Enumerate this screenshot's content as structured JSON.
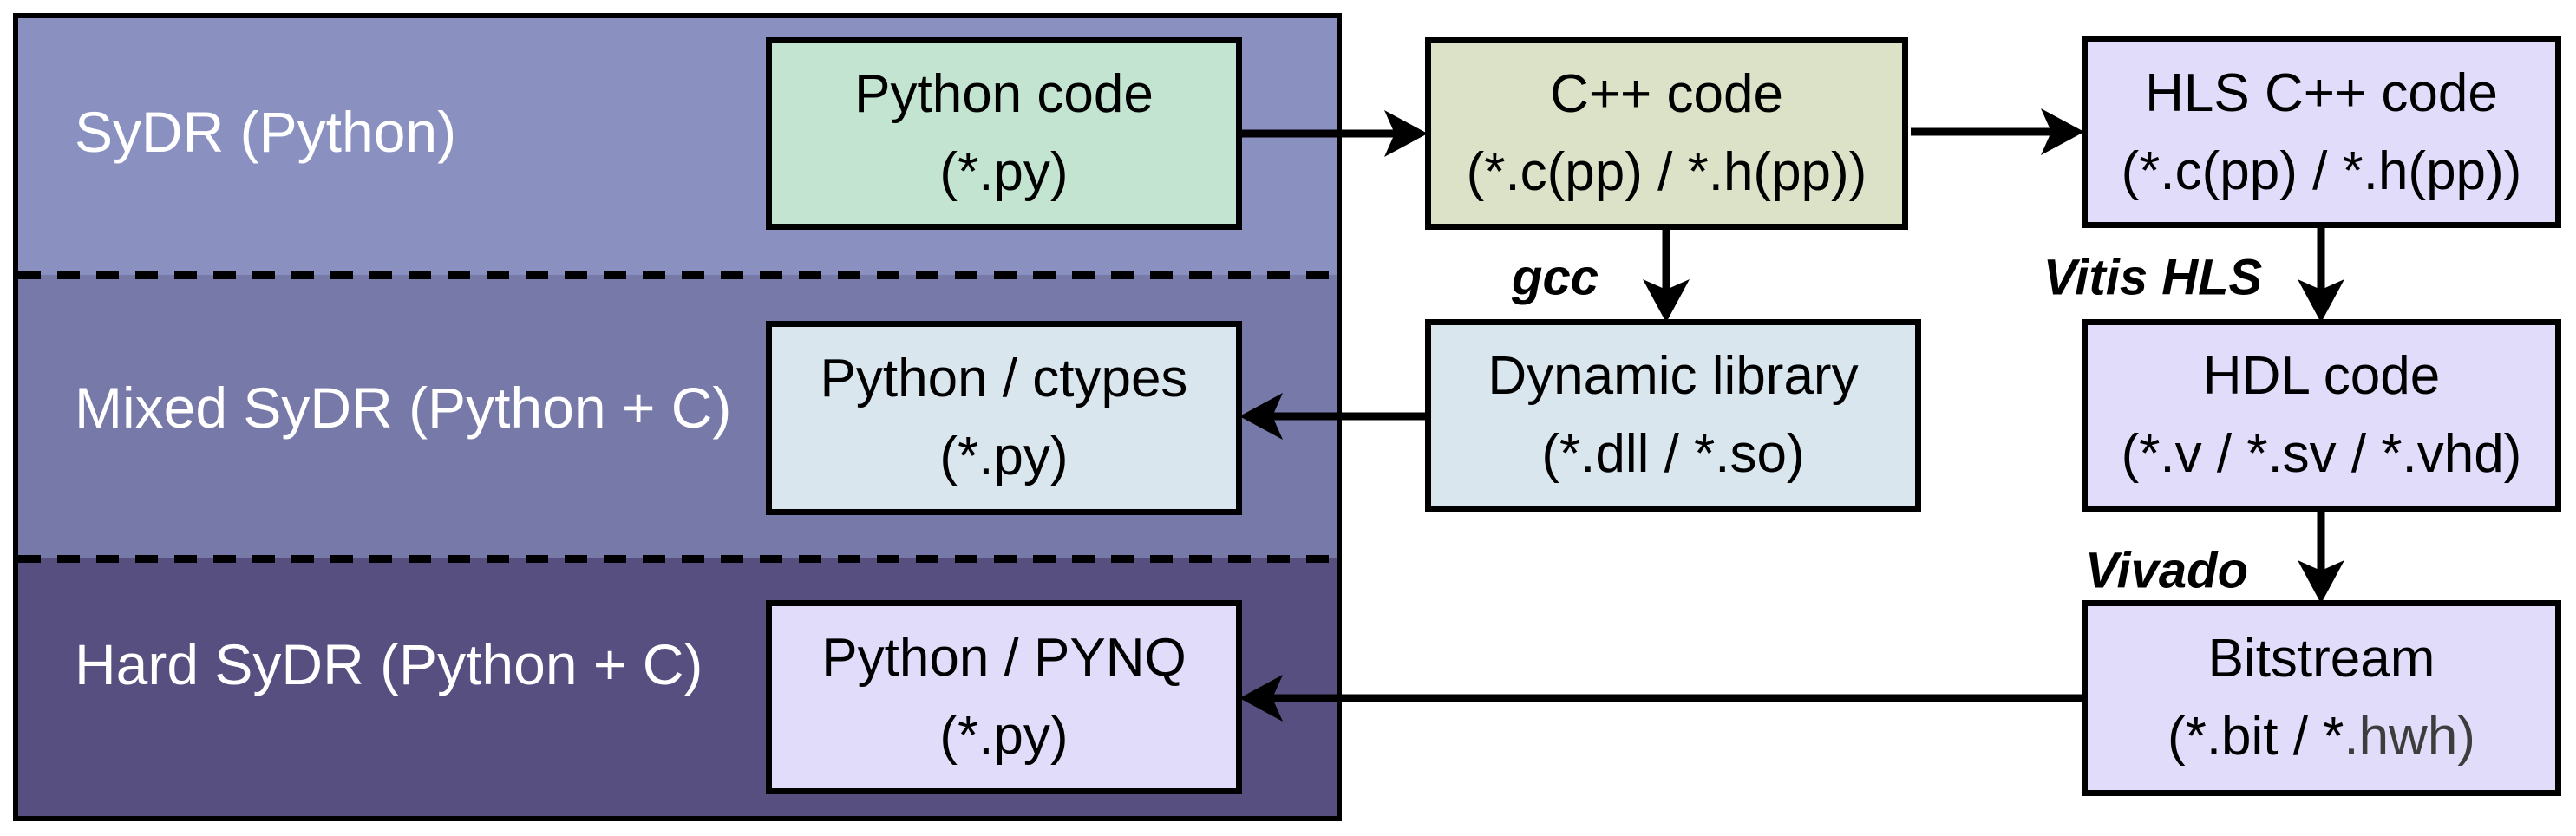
{
  "panel": {
    "bands": [
      {
        "id": "sydr-python",
        "label": "SyDR (Python)",
        "color": "#8A91C0"
      },
      {
        "id": "mixed-sydr",
        "label": "Mixed SyDR (Python + C)",
        "color": "#7779A9"
      },
      {
        "id": "hard-sydr",
        "label": "Hard SyDR (Python + C)",
        "color": "#564F80"
      }
    ],
    "label_color": "#ffffff",
    "border_color": "#000000",
    "divider_style": "dashed"
  },
  "nodes": {
    "python_code": {
      "title": "Python code",
      "files": "(*.py)",
      "fill": "#C2E4D0"
    },
    "cpp_code": {
      "title": "C++ code",
      "files": "(*.c(pp) / *.h(pp))",
      "fill": "#DBE2C8"
    },
    "hls_cpp_code": {
      "title": "HLS C++ code",
      "files": "(*.c(pp) / *.h(pp))",
      "fill": "#E0DCFA"
    },
    "python_ctypes": {
      "title": "Python / ctypes",
      "files": "(*.py)",
      "fill": "#D9E6EE"
    },
    "dynamic_library": {
      "title": "Dynamic library",
      "files": "(*.dll / *.so)",
      "fill": "#D9E6EE"
    },
    "hdl_code": {
      "title": "HDL code",
      "files": "(*.v / *.sv / *.vhd)",
      "fill": "#E0DCFA"
    },
    "python_pynq": {
      "title": "Python / PYNQ",
      "files": "(*.py)",
      "fill": "#E0DCFA"
    },
    "bitstream": {
      "title": "Bitstream",
      "files_prefix": "(*.bit / *",
      "files_suffix": ".hwh)",
      "suffix_color": "#3D3D3D",
      "fill": "#E0DCFA"
    }
  },
  "tool_labels": {
    "gcc": "gcc",
    "vitis_hls": "Vitis HLS",
    "vivado": "Vivado"
  }
}
